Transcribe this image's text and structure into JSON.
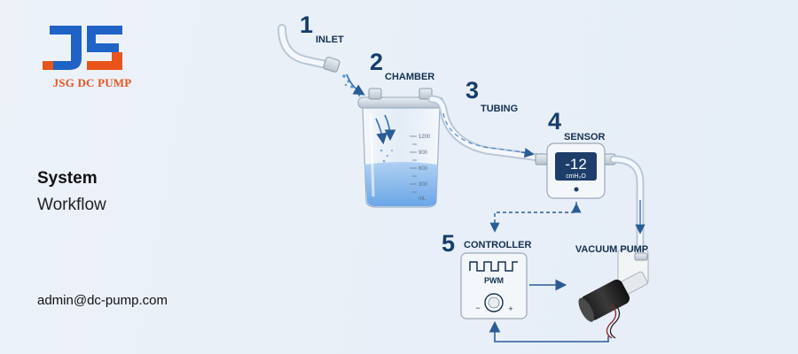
{
  "brand": {
    "logo_letters": "JS",
    "name": "JSG DC PUMP",
    "colors": {
      "blue": "#1f63c7",
      "orange": "#e8541c"
    }
  },
  "sidebar": {
    "title_line1": "System",
    "title_line2": "Workflow",
    "email": "admin@dc-pump.com"
  },
  "diagram": {
    "steps": [
      {
        "num": "1",
        "label": "INLET"
      },
      {
        "num": "2",
        "label": "CHAMBER"
      },
      {
        "num": "3",
        "label": "TUBING"
      },
      {
        "num": "4",
        "label": "SENSOR"
      },
      {
        "num": "5",
        "label": "CONTROLLER"
      }
    ],
    "pump_label": "VACUUM PUMP",
    "chamber_scale": [
      "1200",
      "900",
      "600",
      "300",
      "mL"
    ],
    "sensor_reading": "-12",
    "sensor_unit": "cmH₂O",
    "controller_mode": "PWM",
    "controller_minus": "−",
    "controller_plus": "+"
  }
}
